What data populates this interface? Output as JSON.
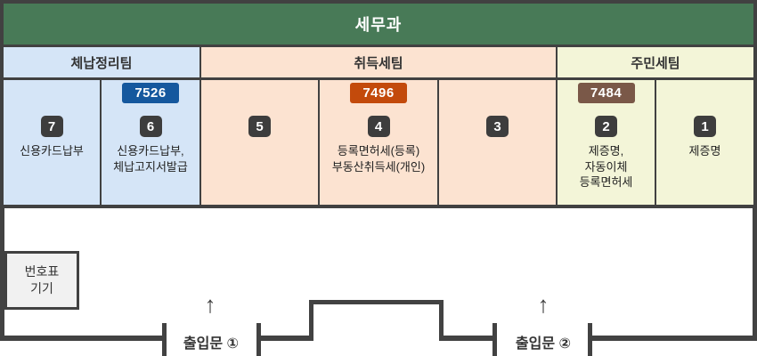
{
  "title": "세무과",
  "teams": [
    {
      "name": "체납정리팀",
      "color": "#d5e5f7"
    },
    {
      "name": "취득세팀",
      "color": "#fce3d1"
    },
    {
      "name": "주민세팀",
      "color": "#f3f5d8"
    }
  ],
  "windows": [
    {
      "number": "7",
      "phone": "",
      "labels": [
        "신용카드납부"
      ]
    },
    {
      "number": "6",
      "phone": "7526",
      "labels": [
        "신용카드납부,",
        "체납고지서발급"
      ]
    },
    {
      "number": "5",
      "phone": "",
      "labels": []
    },
    {
      "number": "4",
      "phone": "7496",
      "labels": [
        "등록면허세(등록)",
        "부동산취득세(개인)"
      ]
    },
    {
      "number": "3",
      "phone": "",
      "labels": []
    },
    {
      "number": "2",
      "phone": "7484",
      "labels": [
        "제증명,",
        "자동이체",
        "등록면허세"
      ]
    },
    {
      "number": "1",
      "phone": "",
      "labels": [
        "제증명"
      ]
    }
  ],
  "floor": {
    "ticket_machine": {
      "line1": "번호표",
      "line2": "기기"
    },
    "doors": [
      {
        "arrow": "↑",
        "label": "출입문 ①"
      },
      {
        "arrow": "↑",
        "label": "출입문 ②"
      }
    ]
  },
  "colors": {
    "header_green": "#487a57",
    "team_blue": "#d5e5f7",
    "team_peach": "#fce3d1",
    "team_yellow": "#f3f5d8",
    "phone_badge_blue": "#15589e",
    "phone_badge_orange": "#c34a0b",
    "phone_badge_brown": "#7a5848",
    "number_badge_gray": "#3d3d3d",
    "wall_gray": "#424242"
  }
}
